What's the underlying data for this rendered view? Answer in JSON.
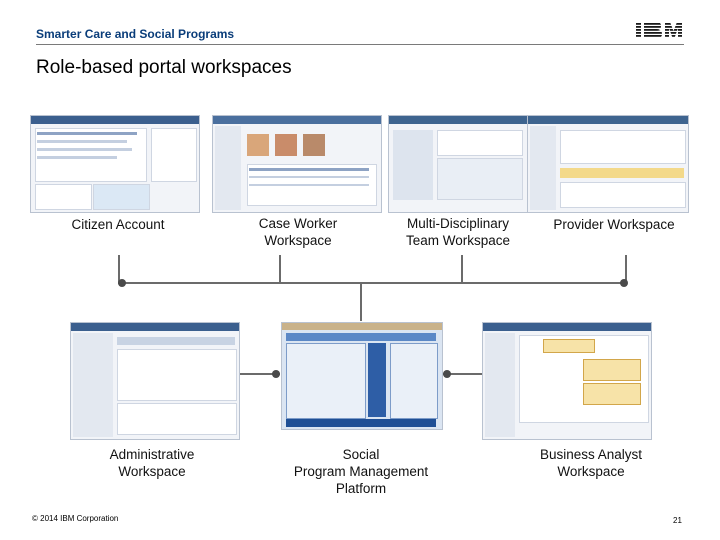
{
  "header": {
    "brand": "Smarter Care and Social Programs",
    "logo_text": "IBM",
    "title": "Role-based portal workspaces"
  },
  "workspaces": {
    "citizen_account": "Citizen Account",
    "case_worker": "Case Worker\nWorkspace",
    "multi_disciplinary": "Multi-Disciplinary\nTeam Workspace",
    "provider": "Provider Workspace",
    "administrative": "Administrative\nWorkspace",
    "platform": "Social\nProgram Management\nPlatform",
    "business_analyst": "Business Analyst\nWorkspace"
  },
  "footer": {
    "copyright": "© 2014 IBM Corporation",
    "page_number": "21"
  },
  "colors": {
    "brand_blue": "#0a3d7a",
    "connector_gray": "#6b6b6b"
  }
}
